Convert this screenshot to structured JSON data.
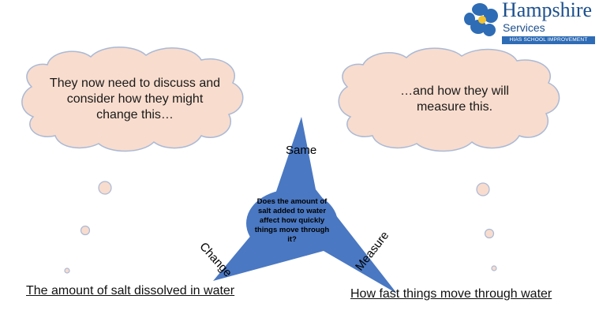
{
  "logo": {
    "name": "Hampshire",
    "sub": "Services",
    "bar": "HIAS SCHOOL IMPROVEMENT",
    "color": "#1c4f8c"
  },
  "clouds": {
    "left_text": "They now need to discuss and consider how they might change this…",
    "right_text": "…and how they will measure this."
  },
  "diagram": {
    "center_question": "Does the amount of salt added to water affect how quickly things move through it?",
    "arm_top": "Same",
    "arm_left": "Change",
    "arm_right": "Measure",
    "shape_color": "#4a78c2"
  },
  "labels": {
    "left": "The amount of salt dissolved in water",
    "right": "How fast things move through water"
  },
  "colors": {
    "cloud_fill": "#f8dccd",
    "cloud_stroke": "#a9b9d6"
  }
}
